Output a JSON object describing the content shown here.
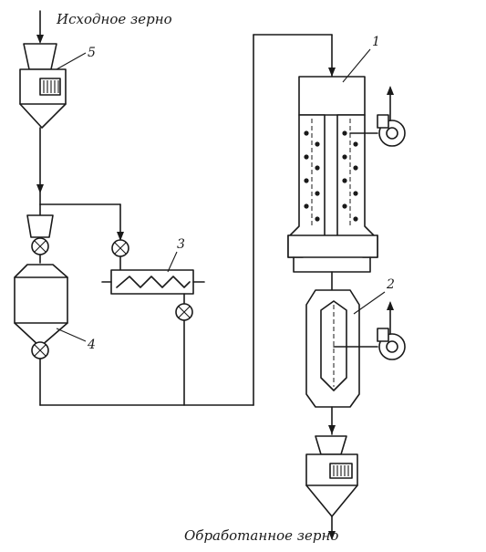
{
  "labels": {
    "input": "Исходное зерно",
    "output": "Обработанное зерно"
  },
  "numbers": {
    "n1": "1",
    "n2": "2",
    "n3": "3",
    "n4": "4",
    "n5": "5"
  },
  "colors": {
    "ink": "#1a1a1a",
    "paper": "#ffffff"
  }
}
